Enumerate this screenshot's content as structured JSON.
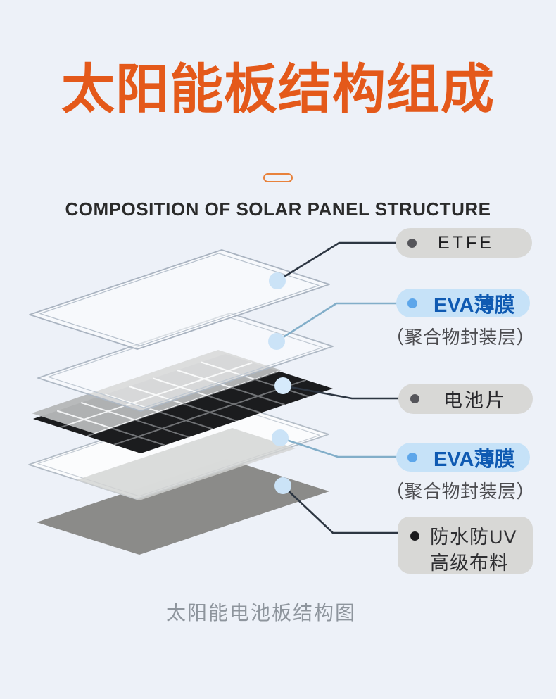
{
  "header": {
    "title": "太阳能板结构组成",
    "subtitle": "COMPOSITION OF SOLAR PANEL STRUCTURE"
  },
  "diagram": {
    "caption": "太阳能电池板结构图",
    "labels": {
      "etfe": {
        "text": "ETFE"
      },
      "eva_top": {
        "text": "EVA薄膜",
        "sub": "（聚合物封装层）"
      },
      "cell": {
        "text": "电池片"
      },
      "eva_bottom": {
        "text": "EVA薄膜",
        "sub": "（聚合物封装层）"
      },
      "fabric": {
        "line1": "防水防UV",
        "line2": "高级布料"
      }
    }
  },
  "colors": {
    "background": "#edf1f8",
    "accent_orange": "#e4591a",
    "label_blue_text": "#0f5ab2",
    "pill_gray": "#d8d8d6",
    "pill_blue": "#c6e2f8",
    "cells_black": "#1b1c1e",
    "fabric_gray": "#8b8b89",
    "leader_dark": "#2d3642",
    "leader_blue": "#82aec9",
    "connector_dot_blue": "#cbe3f7"
  }
}
